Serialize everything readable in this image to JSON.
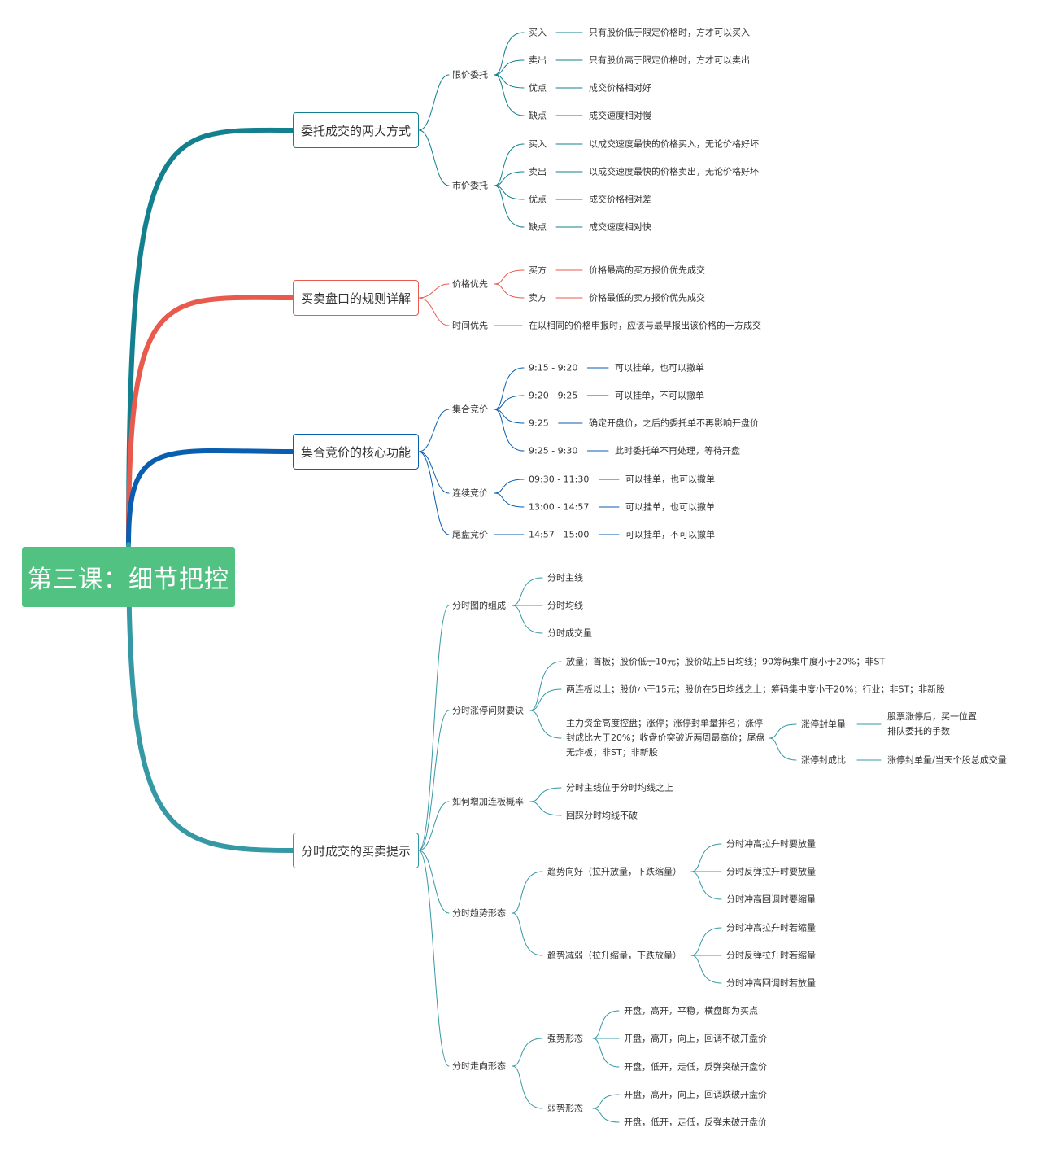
{
  "colors": {
    "root_bg": "#52c283",
    "branches": [
      "#13808f",
      "#e8594e",
      "#0a5eaf",
      "#3598a5"
    ]
  },
  "root": "第三课：细节把控",
  "branches": [
    {
      "label": "委托成交的两大方式",
      "children": [
        {
          "label": "限价委托",
          "children": [
            {
              "label": "买入",
              "children": [
                {
                  "label": "只有股价低于限定价格时，方才可以买入"
                }
              ]
            },
            {
              "label": "卖出",
              "children": [
                {
                  "label": "只有股价高于限定价格时，方才可以卖出"
                }
              ]
            },
            {
              "label": "优点",
              "children": [
                {
                  "label": "成交价格相对好"
                }
              ]
            },
            {
              "label": "缺点",
              "children": [
                {
                  "label": "成交速度相对慢"
                }
              ]
            }
          ]
        },
        {
          "label": "市价委托",
          "children": [
            {
              "label": "买入",
              "children": [
                {
                  "label": "以成交速度最快的价格买入，无论价格好坏"
                }
              ]
            },
            {
              "label": "卖出",
              "children": [
                {
                  "label": "以成交速度最快的价格卖出，无论价格好坏"
                }
              ]
            },
            {
              "label": "优点",
              "children": [
                {
                  "label": "成交价格相对差"
                }
              ]
            },
            {
              "label": "缺点",
              "children": [
                {
                  "label": "成交速度相对快"
                }
              ]
            }
          ]
        }
      ]
    },
    {
      "label": "买卖盘口的规则详解",
      "children": [
        {
          "label": "价格优先",
          "children": [
            {
              "label": "买方",
              "children": [
                {
                  "label": "价格最高的买方报价优先成交"
                }
              ]
            },
            {
              "label": "卖方",
              "children": [
                {
                  "label": "价格最低的卖方报价优先成交"
                }
              ]
            }
          ]
        },
        {
          "label": "时间优先",
          "children": [
            {
              "label": "在以相同的价格申报时，应该与最早报出该价格的一方成交"
            }
          ]
        }
      ]
    },
    {
      "label": "集合竞价的核心功能",
      "children": [
        {
          "label": "集合竞价",
          "children": [
            {
              "label": "9:15 - 9:20",
              "children": [
                {
                  "label": "可以挂单，也可以撤单"
                }
              ]
            },
            {
              "label": "9:20 - 9:25",
              "children": [
                {
                  "label": "可以挂单，不可以撤单"
                }
              ]
            },
            {
              "label": "9:25",
              "children": [
                {
                  "label": "确定开盘价，之后的委托单不再影响开盘价"
                }
              ]
            },
            {
              "label": "9:25 - 9:30",
              "children": [
                {
                  "label": "此时委托单不再处理，等待开盘"
                }
              ]
            }
          ]
        },
        {
          "label": "连续竞价",
          "children": [
            {
              "label": "09:30 - 11:30",
              "children": [
                {
                  "label": "可以挂单，也可以撤单"
                }
              ]
            },
            {
              "label": "13:00 - 14:57",
              "children": [
                {
                  "label": "可以挂单，也可以撤单"
                }
              ]
            }
          ]
        },
        {
          "label": "尾盘竞价",
          "children": [
            {
              "label": "14:57 - 15:00",
              "children": [
                {
                  "label": "可以挂单，不可以撤单"
                }
              ]
            }
          ]
        }
      ]
    },
    {
      "label": "分时成交的买卖提示",
      "children": [
        {
          "label": "分时图的组成",
          "children": [
            {
              "label": "分时主线"
            },
            {
              "label": "分时均线"
            },
            {
              "label": "分时成交量"
            }
          ]
        },
        {
          "label": "分时涨停问财要诀",
          "children": [
            {
              "label": "放量；首板；股价低于10元；股价站上5日均线；90筹码集中度小于20%；非ST"
            },
            {
              "label": "两连板以上；股价小于15元；股价在5日均线之上；筹码集中度小于20%；行业；非ST；非新股"
            },
            {
              "label": "主力资金高度控盘；涨停；涨停封单量排名；涨停封成比大于20%；收盘价突破近两周最高价；尾盘无炸板；非ST；非新股",
              "children": [
                {
                  "label": "涨停封单量",
                  "children": [
                    {
                      "label": "股票涨停后，买一位置排队委托的手数"
                    }
                  ]
                },
                {
                  "label": "涨停封成比",
                  "children": [
                    {
                      "label": "涨停封单量/当天个股总成交量"
                    }
                  ]
                }
              ]
            }
          ]
        },
        {
          "label": "如何增加连板概率",
          "children": [
            {
              "label": "分时主线位于分时均线之上"
            },
            {
              "label": "回踩分时均线不破"
            }
          ]
        },
        {
          "label": "分时趋势形态",
          "children": [
            {
              "label": "趋势向好（拉升放量，下跌缩量）",
              "children": [
                {
                  "label": "分时冲高拉升时要放量"
                },
                {
                  "label": "分时反弹拉升时要放量"
                },
                {
                  "label": "分时冲高回调时要缩量"
                }
              ]
            },
            {
              "label": "趋势减弱（拉升缩量，下跌放量）",
              "children": [
                {
                  "label": "分时冲高拉升时若缩量"
                },
                {
                  "label": "分时反弹拉升时若缩量"
                },
                {
                  "label": "分时冲高回调时若放量"
                }
              ]
            }
          ]
        },
        {
          "label": "分时走向形态",
          "children": [
            {
              "label": "强势形态",
              "children": [
                {
                  "label": "开盘，高开，平稳，横盘即为买点"
                },
                {
                  "label": "开盘，高开，向上，回调不破开盘价"
                },
                {
                  "label": "开盘，低开，走低，反弹突破开盘价"
                }
              ]
            },
            {
              "label": "弱势形态",
              "children": [
                {
                  "label": "开盘，高开，向上，回调跌破开盘价"
                },
                {
                  "label": "开盘，低开，走低，反弹未破开盘价"
                }
              ]
            }
          ]
        }
      ]
    }
  ]
}
